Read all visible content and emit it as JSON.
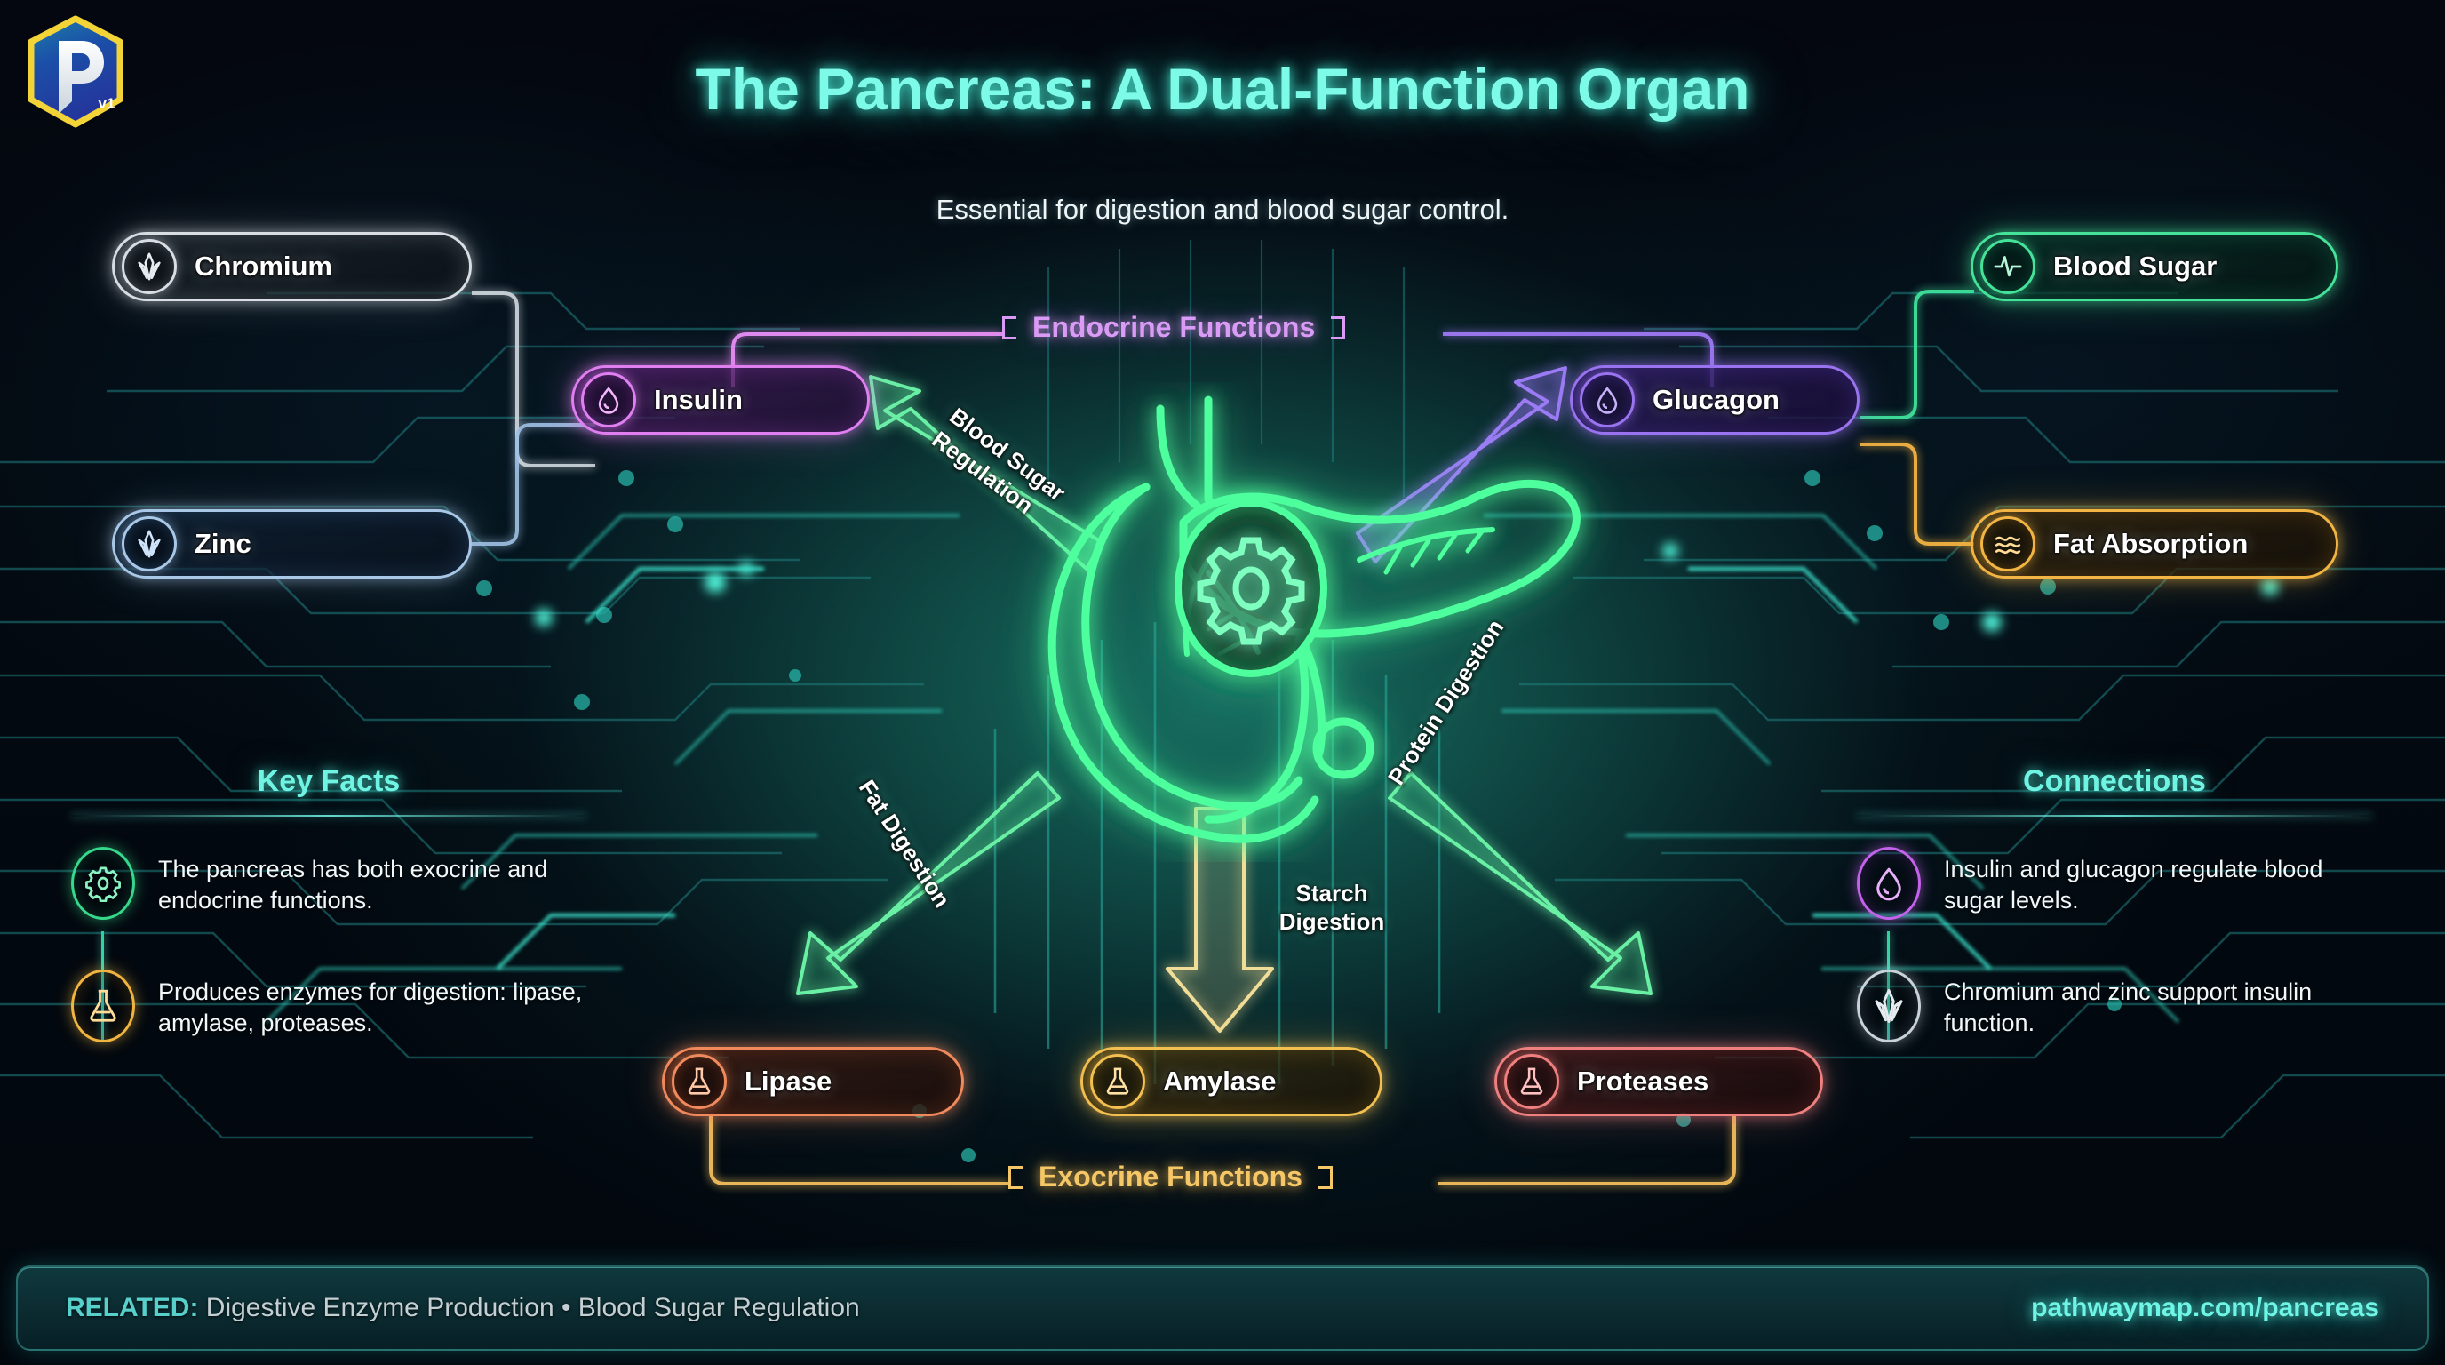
{
  "brand": {
    "mark": "P",
    "version": "v1"
  },
  "header": {
    "title": "The Pancreas: A Dual-Function Organ",
    "subtitle": "Essential for digestion and blood sugar control."
  },
  "groups": {
    "endocrine": {
      "label": "Endocrine Functions",
      "color": "#d99bf5"
    },
    "exocrine": {
      "label": "Exocrine Functions",
      "color": "#f5c766"
    }
  },
  "nodes": [
    {
      "id": "chromium",
      "label": "Chromium",
      "icon": "crystal-icon",
      "color": "#d8dee3"
    },
    {
      "id": "zinc",
      "label": "Zinc",
      "icon": "crystal-icon",
      "color": "#a9c8e8"
    },
    {
      "id": "insulin",
      "label": "Insulin",
      "icon": "droplet-icon",
      "color": "#e07ff0"
    },
    {
      "id": "glucagon",
      "label": "Glucagon",
      "icon": "droplet-icon",
      "color": "#9a73f0"
    },
    {
      "id": "blood-sugar",
      "label": "Blood Sugar",
      "icon": "pulse-icon",
      "color": "#45e39a"
    },
    {
      "id": "fat-absorption",
      "label": "Fat Absorption",
      "icon": "waves-icon",
      "color": "#f2b544"
    },
    {
      "id": "lipase",
      "label": "Lipase",
      "icon": "flask-icon",
      "color": "#f08a5d"
    },
    {
      "id": "amylase",
      "label": "Amylase",
      "icon": "flask-icon",
      "color": "#f2bf51"
    },
    {
      "id": "proteases",
      "label": "Proteases",
      "icon": "flask-icon",
      "color": "#ef8080"
    }
  ],
  "flows": [
    {
      "id": "blood-sugar-regulation",
      "label": "Blood Sugar Regulation",
      "color": "#6ef0a8"
    },
    {
      "id": "fat-digestion",
      "label": "Fat Digestion",
      "color": "#6ef0a8"
    },
    {
      "id": "starch-digestion",
      "label": "Starch Digestion",
      "color": "#f2d98a"
    },
    {
      "id": "protein-digestion",
      "label": "Protein Digestion",
      "color": "#6ef0a8"
    }
  ],
  "key_facts": {
    "heading": "Key Facts",
    "items": [
      {
        "icon": "gear-icon",
        "color": "#36d98b",
        "text": "The pancreas has both exocrine and endocrine functions."
      },
      {
        "icon": "flask-icon",
        "color": "#f0b441",
        "text": "Produces enzymes for digestion: lipase, amylase, proteases."
      }
    ]
  },
  "connections": {
    "heading": "Connections",
    "items": [
      {
        "icon": "droplet-icon",
        "color": "#c362ea",
        "text": "Insulin and glucagon regulate blood sugar levels."
      },
      {
        "icon": "crystal-icon",
        "color": "#c9d2d8",
        "text": "Chromium and zinc support insulin function."
      }
    ]
  },
  "footer": {
    "related_label": "RELATED:",
    "related_items": "Digestive Enzyme Production • Blood Sugar Regulation",
    "url": "pathwaymap.com/pancreas"
  }
}
